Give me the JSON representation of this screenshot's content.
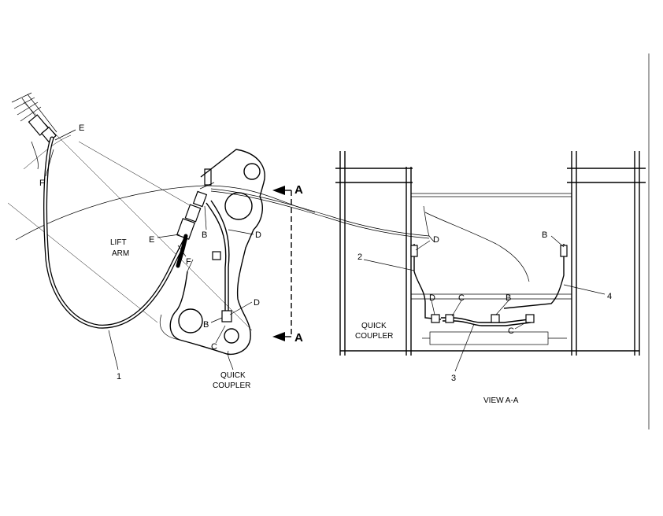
{
  "labels": {
    "e_top": "E",
    "f_top": "F",
    "e_mid": "E",
    "f_mid": "F",
    "b_upper": "B",
    "d_upper": "D",
    "d_lower": "D",
    "b_lower": "B",
    "c_lower": "C",
    "lift_arm_1": "LIFT",
    "lift_arm_2": "ARM",
    "callout_1": "1",
    "quick_coupler_left_1": "QUICK",
    "quick_coupler_left_2": "COUPLER",
    "section_a_top": "A",
    "section_a_bottom": "A",
    "callout_2": "2",
    "callout_3": "3",
    "callout_4": "4",
    "view_d_left": "D",
    "view_b_right": "B",
    "view_d_bottom": "D",
    "view_c_bottom": "C",
    "view_b_bottom": "B",
    "view_c_lower": "C",
    "quick_coupler_right_1": "QUICK",
    "quick_coupler_right_2": "COUPLER",
    "view_title": "VIEW  A-A"
  }
}
